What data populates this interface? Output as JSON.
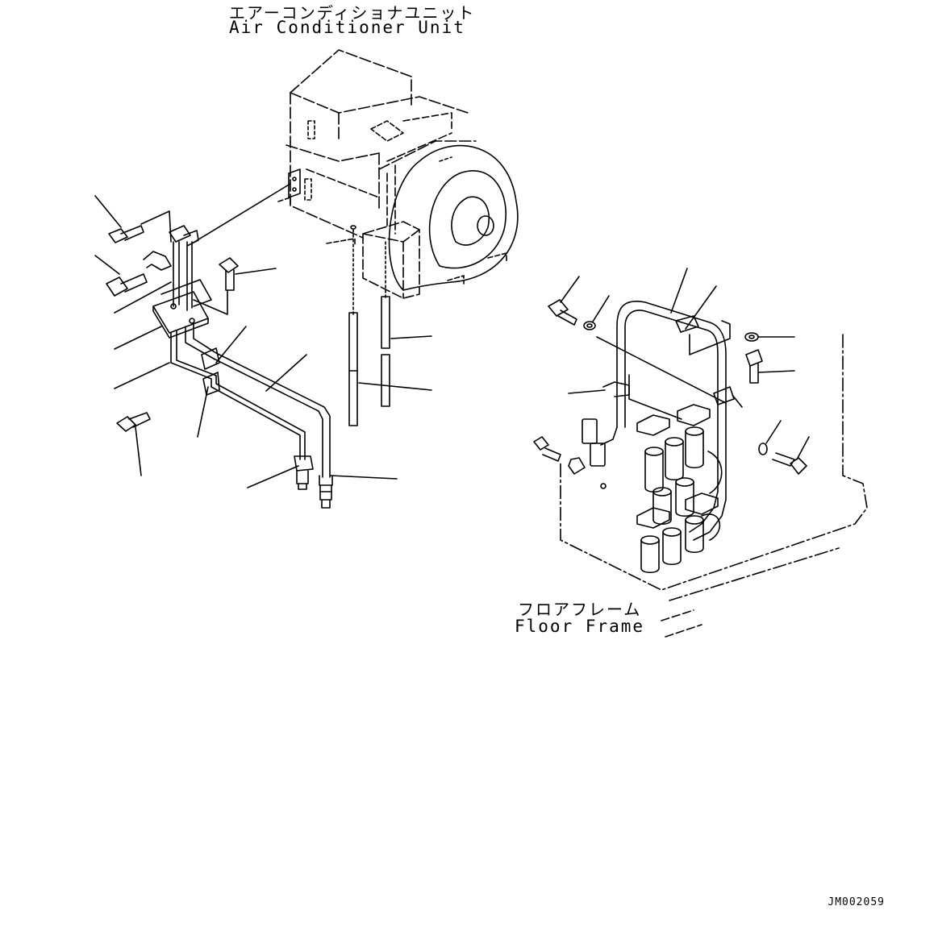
{
  "labels": {
    "ac_unit_jp": "エアーコンディショナユニット",
    "ac_unit_en": "Air Conditioner Unit",
    "floor_frame_jp": "フロアフレーム",
    "floor_frame_en": "Floor Frame"
  },
  "document_id": "JM002059",
  "colors": {
    "line": "#000000",
    "background": "#ffffff"
  }
}
